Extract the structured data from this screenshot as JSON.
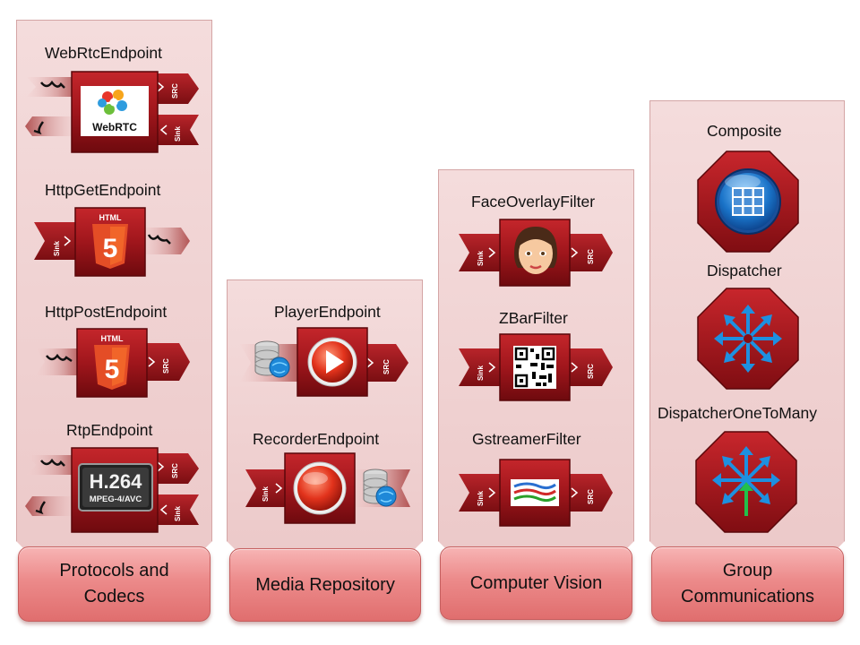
{
  "panels": [
    {
      "category": "Protocols and\nCodecs",
      "elements": [
        {
          "label": "WebRtcEndpoint",
          "icon": "webrtc-logo-icon",
          "icon_text": "WebRTC",
          "ports": [
            "SRC",
            "Sink"
          ]
        },
        {
          "label": "HttpGetEndpoint",
          "icon": "html5-icon",
          "icon_text": "HTML",
          "ports": [
            "Sink"
          ]
        },
        {
          "label": "HttpPostEndpoint",
          "icon": "html5-icon",
          "icon_text": "HTML",
          "ports": [
            "SRC"
          ]
        },
        {
          "label": "RtpEndpoint",
          "icon": "h264-icon",
          "icon_text": "H.264",
          "icon_subtext": "MPEG-4/AVC",
          "ports": [
            "SRC",
            "Sink"
          ]
        }
      ]
    },
    {
      "category": "Media Repository",
      "elements": [
        {
          "label": "PlayerEndpoint",
          "icon": "play-button-icon",
          "ports": [
            "SRC"
          ]
        },
        {
          "label": "RecorderEndpoint",
          "icon": "record-button-icon",
          "ports": [
            "Sink"
          ]
        }
      ]
    },
    {
      "category": "Computer Vision",
      "elements": [
        {
          "label": "FaceOverlayFilter",
          "icon": "face-icon",
          "ports": [
            "Sink",
            "SRC"
          ]
        },
        {
          "label": "ZBarFilter",
          "icon": "qr-code-icon",
          "ports": [
            "Sink",
            "SRC"
          ]
        },
        {
          "label": "GstreamerFilter",
          "icon": "gstreamer-logo-icon",
          "ports": [
            "Sink",
            "SRC"
          ]
        }
      ]
    },
    {
      "category": "Group\nCommunications",
      "elements": [
        {
          "label": "Composite",
          "icon": "grid-icon"
        },
        {
          "label": "Dispatcher",
          "icon": "arrows-out-icon"
        },
        {
          "label": "DispatcherOneToMany",
          "icon": "arrows-out-one-in-icon"
        }
      ]
    }
  ],
  "colors": {
    "panel_bg": "#f1d6d6",
    "block_red": "#a0161c",
    "block_dark": "#6e0a0e",
    "category_button": "#ec8a8a",
    "arrow_blue": "#1e90e0",
    "arrow_green": "#22c04a"
  }
}
